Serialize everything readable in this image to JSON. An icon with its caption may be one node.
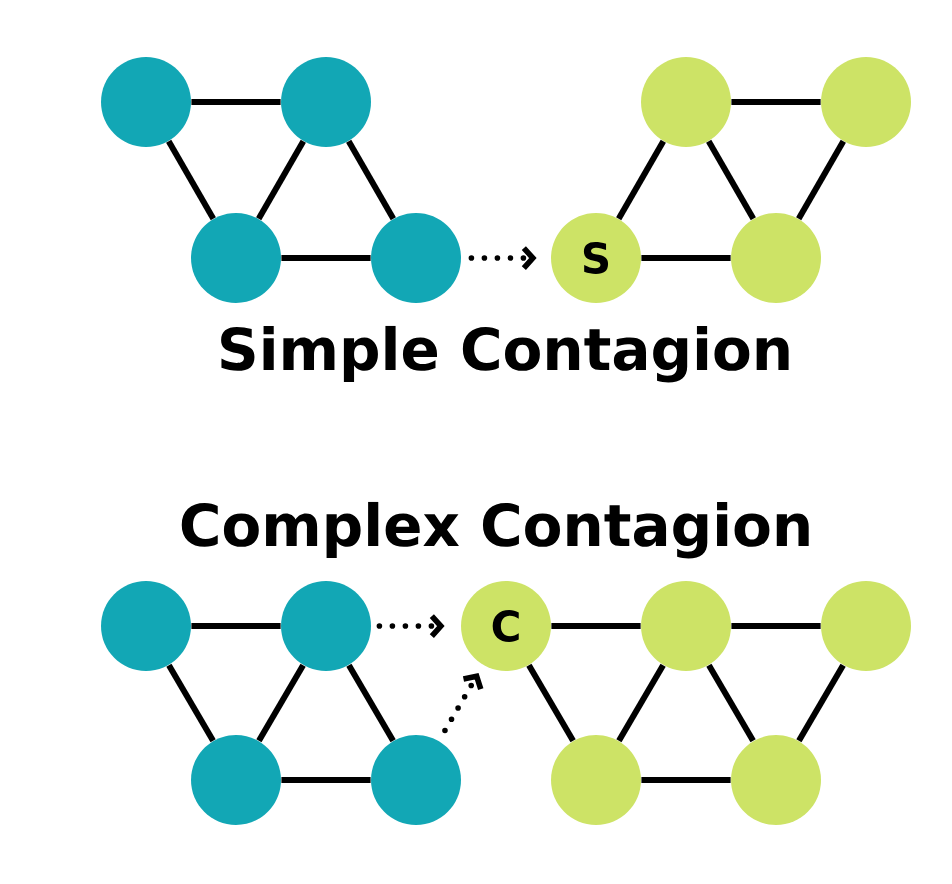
{
  "diagram": {
    "nodes": [
      {
        "text": [],
        "shape": "circle"
      },
      {
        "text": [],
        "shape": "circle"
      },
      {
        "text": [],
        "shape": "circle"
      },
      {
        "text": [],
        "shape": "circle"
      },
      {
        "text": [],
        "shape": "circle"
      },
      {
        "text": [],
        "shape": "circle"
      },
      {
        "text": [
          "S"
        ]
      },
      {
        "text": [],
        "shape": "circle"
      },
      {
        "text": [],
        "shape": "circle"
      },
      {
        "text": [],
        "shape": "circle"
      },
      {
        "text": [
          "C"
        ]
      },
      {
        "text": [],
        "shape": "circle"
      },
      {
        "text": [],
        "shape": "circle"
      },
      {
        "text": [],
        "shape": "circle"
      },
      {
        "text": [],
        "shape": "circle"
      },
      {
        "text": [],
        "shape": "circle"
      },
      {
        "text": [],
        "shape": "circle"
      }
    ],
    "edges": [
      {
        "from": 0,
        "to": 1,
        "arrow": "none"
      },
      {
        "from": 0,
        "to": 4,
        "arrow": "none"
      },
      {
        "from": 1,
        "to": 4,
        "arrow": "none"
      },
      {
        "from": 1,
        "to": 5,
        "arrow": "none"
      },
      {
        "from": 4,
        "to": 5,
        "arrow": "none"
      },
      {
        "from": 5,
        "to": 6,
        "arrow": "to",
        "style": "dashed"
      },
      {
        "from": 6,
        "to": 2,
        "arrow": "none"
      },
      {
        "from": 6,
        "to": 7,
        "arrow": "none"
      },
      {
        "from": 2,
        "to": 3,
        "arrow": "none"
      },
      {
        "from": 2,
        "to": 7,
        "arrow": "none"
      },
      {
        "from": 3,
        "to": 7,
        "arrow": "none"
      },
      {
        "from": 8,
        "to": 9,
        "arrow": "none"
      },
      {
        "from": 8,
        "to": 13,
        "arrow": "none"
      },
      {
        "from": 9,
        "to": 13,
        "arrow": "none"
      },
      {
        "from": 9,
        "to": 14,
        "arrow": "none"
      },
      {
        "from": 13,
        "to": 14,
        "arrow": "none"
      },
      {
        "from": 9,
        "to": 10,
        "arrow": "to",
        "style": "dashed"
      },
      {
        "from": 14,
        "to": 10,
        "arrow": "to",
        "style": "dashed"
      },
      {
        "from": 10,
        "to": 11,
        "arrow": "none"
      },
      {
        "from": 10,
        "to": 15,
        "arrow": "none"
      },
      {
        "from": 11,
        "to": 12,
        "arrow": "none"
      },
      {
        "from": 11,
        "to": 15,
        "arrow": "none"
      },
      {
        "from": 11,
        "to": 16,
        "arrow": "none"
      },
      {
        "from": 12,
        "to": 16,
        "arrow": "none"
      },
      {
        "from": 15,
        "to": 16,
        "arrow": "none"
      }
    ],
    "labels": [
      "Simple Contagion",
      "Complex Contagion"
    ]
  }
}
